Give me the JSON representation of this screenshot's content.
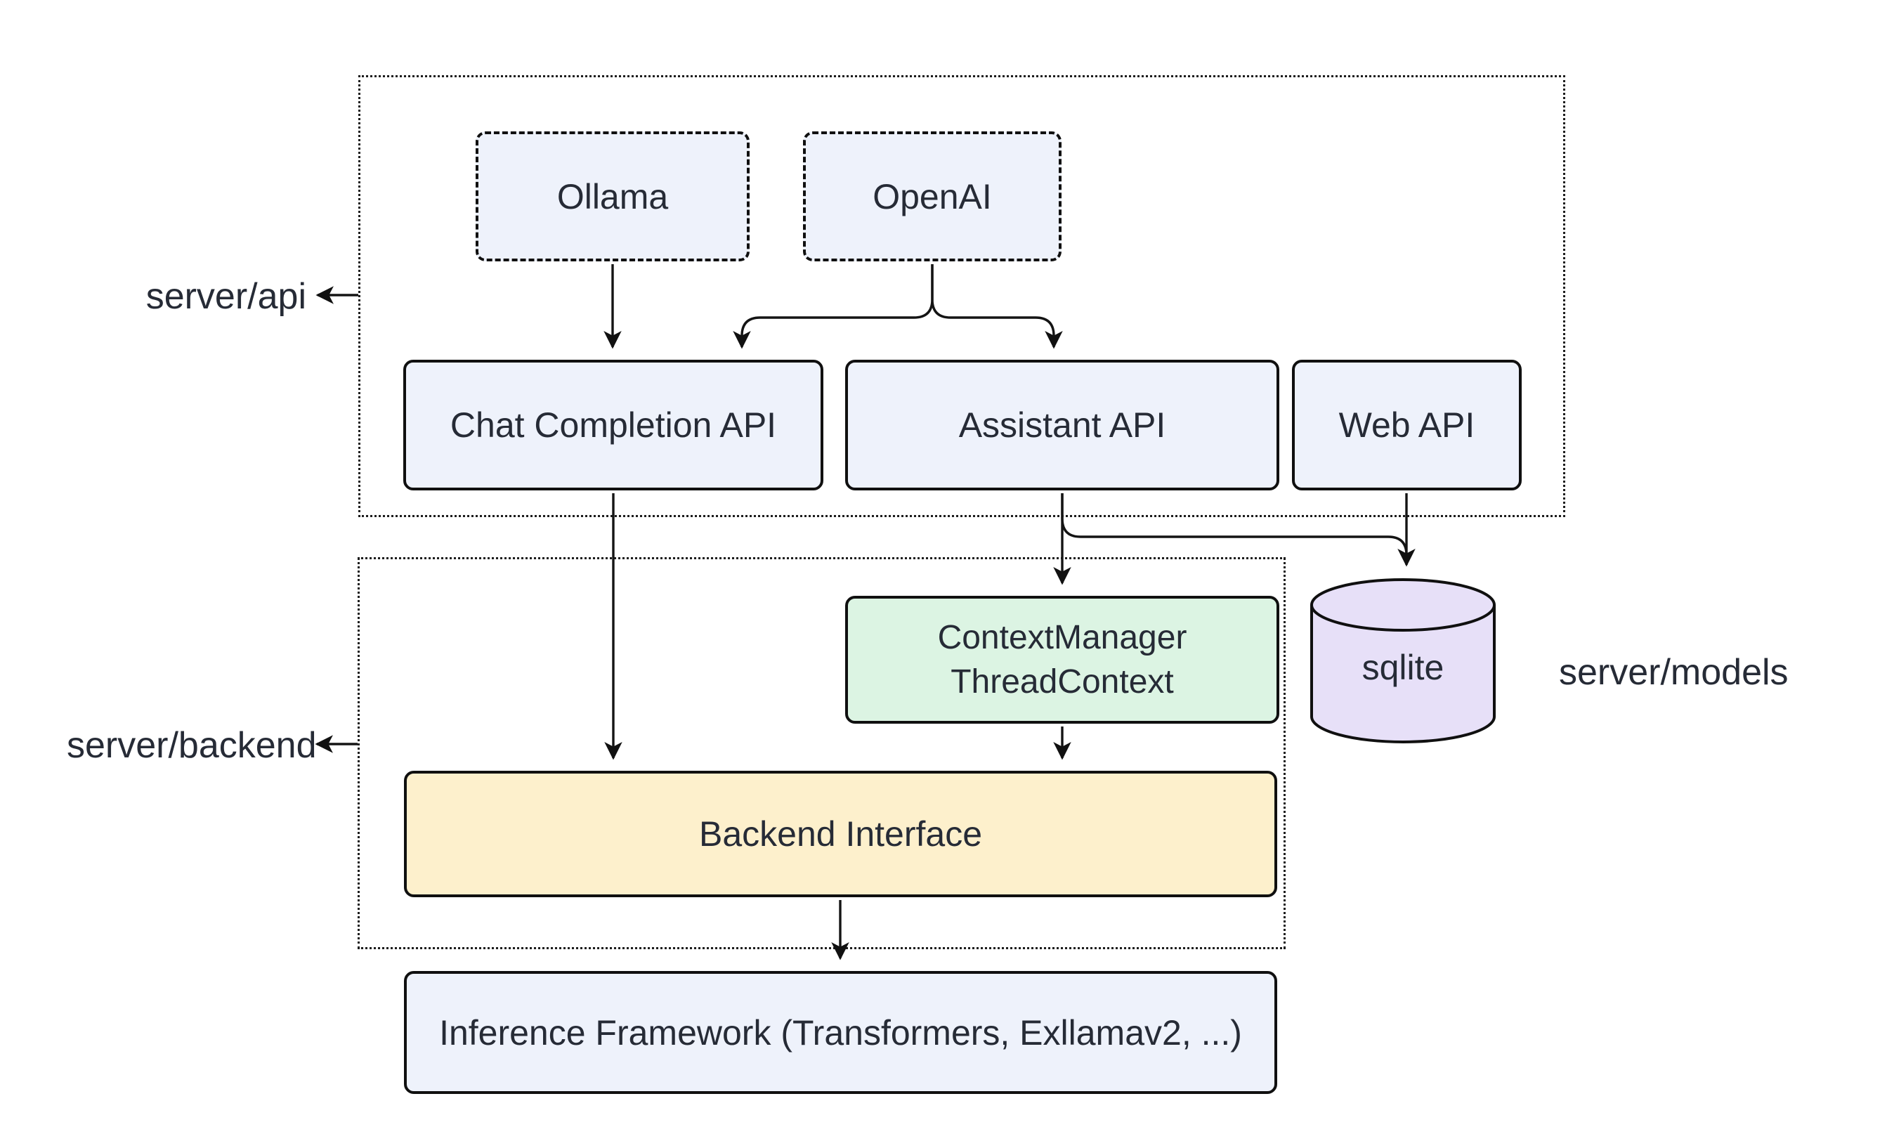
{
  "diagram": {
    "groups": {
      "api_label": "server/api",
      "backend_label": "server/backend",
      "models_label": "server/models"
    },
    "nodes": {
      "ollama": "Ollama",
      "openai": "OpenAI",
      "chat_completion": "Chat Completion API",
      "assistant": "Assistant API",
      "web_api": "Web API",
      "context_manager_line1": "ContextManager",
      "context_manager_line2": "ThreadContext",
      "sqlite": "sqlite",
      "backend_interface": "Backend Interface",
      "inference": "Inference Framework (Transformers, Exllamav2, ...)"
    },
    "colors": {
      "background": "#ffffff",
      "node_blue": "#eef2fb",
      "node_green": "#dcf4e3",
      "node_yellow": "#fdf0cc",
      "node_purple": "#e7e0f8",
      "stroke": "#111111",
      "text": "#262b36"
    }
  }
}
